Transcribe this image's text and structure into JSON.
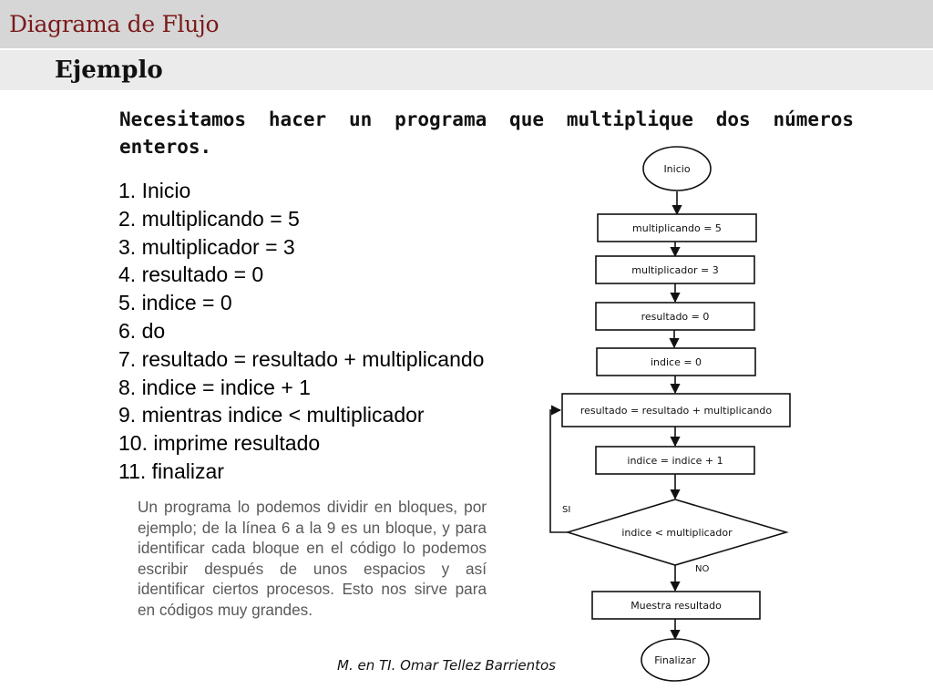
{
  "header": {
    "title": "Diagrama de Flujo"
  },
  "section": {
    "title": "Ejemplo"
  },
  "intro": "Necesitamos hacer un programa que multiplique dos números enteros.",
  "steps": [
    "1. Inicio",
    "2. multiplicando = 5",
    "3. multiplicador = 3",
    "4. resultado = 0",
    "5. indice = 0",
    "6. do",
    "7. resultado = resultado + multiplicando",
    "8. indice = indice + 1",
    "9. mientras indice < multiplicador",
    "10. imprime resultado",
    "11. finalizar"
  ],
  "note": "Un programa lo podemos dividir en bloques, por ejemplo; de la línea 6 a la 9 es un bloque, y para identificar cada bloque en el código lo podemos escribir después de unos espacios y así identificar ciertos procesos. Esto nos sirve para en códigos muy grandes.",
  "author": "M. en TI. Omar Tellez Barrientos",
  "flowchart": {
    "start": "Inicio",
    "box1": "multiplicando = 5",
    "box2": "multiplicador = 3",
    "box3": "resultado = 0",
    "box4": "indice = 0",
    "box5": "resultado = resultado + multiplicando",
    "box6": "indice = indice + 1",
    "decision": "indice < multiplicador",
    "yes_label": "SI",
    "no_label": "NO",
    "output": "Muestra resultado",
    "end": "Finalizar"
  },
  "colors": {
    "header_text": "#7a1a1a",
    "header_bar": "#d6d6d6",
    "sub_bar": "#ebebeb",
    "note_text": "#595959"
  }
}
